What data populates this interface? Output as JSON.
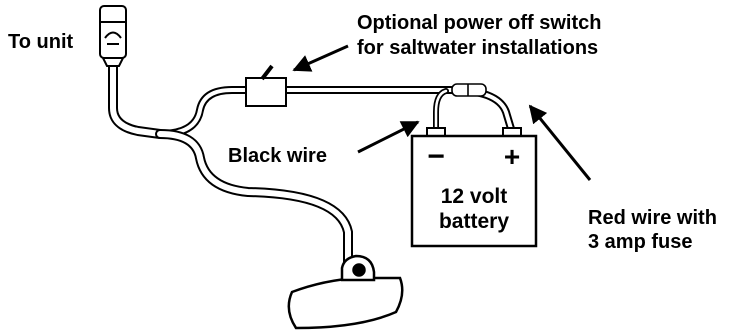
{
  "labels": {
    "to_unit": "To unit",
    "switch_line1": "Optional power off switch",
    "switch_line2": "for saltwater installations",
    "black_wire": "Black wire",
    "red_wire_line1": "Red wire with",
    "red_wire_line2": "3 amp fuse",
    "battery_line1": "12 volt",
    "battery_line2": "battery",
    "minus": "−",
    "plus": "+"
  },
  "colors": {
    "ink": "#000000",
    "paper": "#ffffff"
  }
}
